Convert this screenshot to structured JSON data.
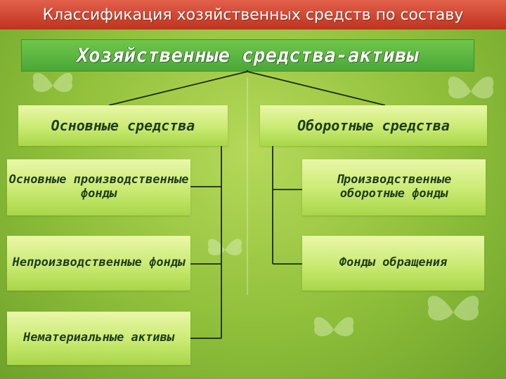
{
  "header": {
    "title": "Классификация хозяйственных средств по составу"
  },
  "diagram": {
    "root": "Хозяйственные средства-активы",
    "left": {
      "title": "Основные средства",
      "items": [
        "Основные производственные фонды",
        "Непроизводственные фонды",
        "Нематериальные активы"
      ]
    },
    "right": {
      "title": "Оборотные средства",
      "items": [
        "Производственные оборотные фонды",
        "Фонды обращения"
      ]
    }
  },
  "colors": {
    "banner": "#c0321f",
    "root_box": "#4aa838",
    "boxes": "#c9ea72",
    "background": "#8fbf3a",
    "text": "#1f3d10"
  }
}
